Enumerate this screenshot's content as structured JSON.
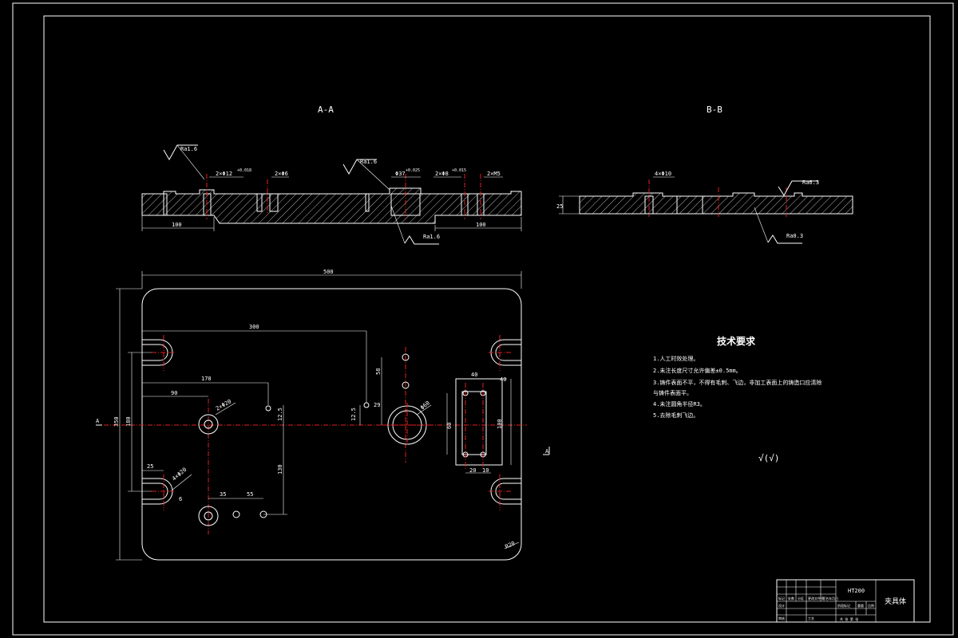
{
  "views": {
    "section_aa": "A-A",
    "section_bb": "B-B"
  },
  "roughness": {
    "aa_left": "Ra1.6",
    "aa_mid": "Ra1.6",
    "aa_bottom": "Ra1.6",
    "bb_top": "Ra6.3",
    "bb_bottom": "Ra0.3"
  },
  "section_labels": {
    "aa_hole1": "2×Φ12",
    "aa_hole1_tol": "+0.018",
    "aa_hole2": "2×Φ6",
    "aa_center": "Φ37",
    "aa_center_tol": "+0.025",
    "aa_hole3": "2×Φ8",
    "aa_hole3_tol": "+0.015",
    "aa_hole4": "2×M5",
    "aa_dim_left": "100",
    "aa_dim_right": "100",
    "bb_hole": "4×Φ10",
    "bb_thick": "25"
  },
  "plan_dims": {
    "overall_width": "500",
    "overall_height": "350",
    "inner_height": "180",
    "d300": "300",
    "d170": "170",
    "d90": "90",
    "d25": "25",
    "d35": "35",
    "d55": "55",
    "d130": "130",
    "d58": "58",
    "d29": "29",
    "d40a": "40",
    "d40b": "40",
    "d60": "60",
    "d100": "100",
    "d20": "20",
    "d10": "10",
    "d12_5a": "12.5",
    "d12_5b": "12.5",
    "r20": "R20",
    "hole_2phi20": "2×Φ20",
    "hole_4phi20": "4×Φ20",
    "hole_phi60": "Φ60",
    "slot_6": "6",
    "cut_a_left": "A",
    "cut_a_right": "A"
  },
  "tech_req": {
    "title": "技术要求",
    "items": [
      "1.人工时效处理。",
      "2.未注长度尺寸允许偏差±0.5mm。",
      "3.铸件表面不平，不得有毛刺、飞边，非加工表面上的铸造口应清除",
      "与铸件表面平。",
      "4.未注圆角半径R3。",
      "5.去除毛刺飞边。"
    ],
    "roughness_note": "√(√)"
  },
  "title_block": {
    "code": "HT200",
    "name": "夹具体",
    "row_labels": [
      "标记",
      "处数",
      "分区",
      "更改文件号",
      "签名",
      "年月日"
    ],
    "design": "设计",
    "check": "审核",
    "process": "工艺",
    "stage": "阶段标记",
    "weight": "重量",
    "scale": "比例",
    "sheet": "共 张 第 张"
  }
}
